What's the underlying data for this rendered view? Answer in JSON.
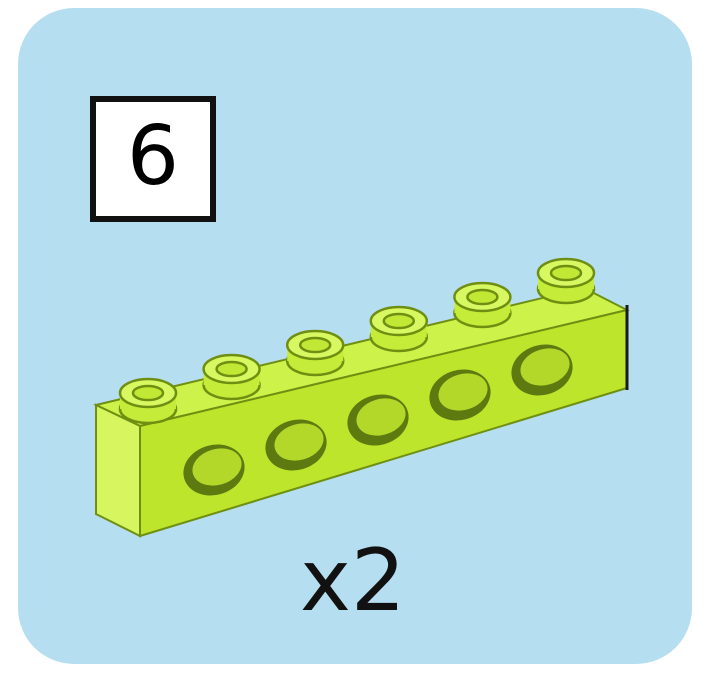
{
  "step": {
    "number": "6"
  },
  "part": {
    "name_icon": "technic-brick-1x6-with-holes-icon",
    "color": "#c6f13a",
    "studs": 6,
    "holes": 5
  },
  "quantity": {
    "label": "x2"
  },
  "colors": {
    "background": "#b5dff0",
    "frame": "#111111"
  }
}
